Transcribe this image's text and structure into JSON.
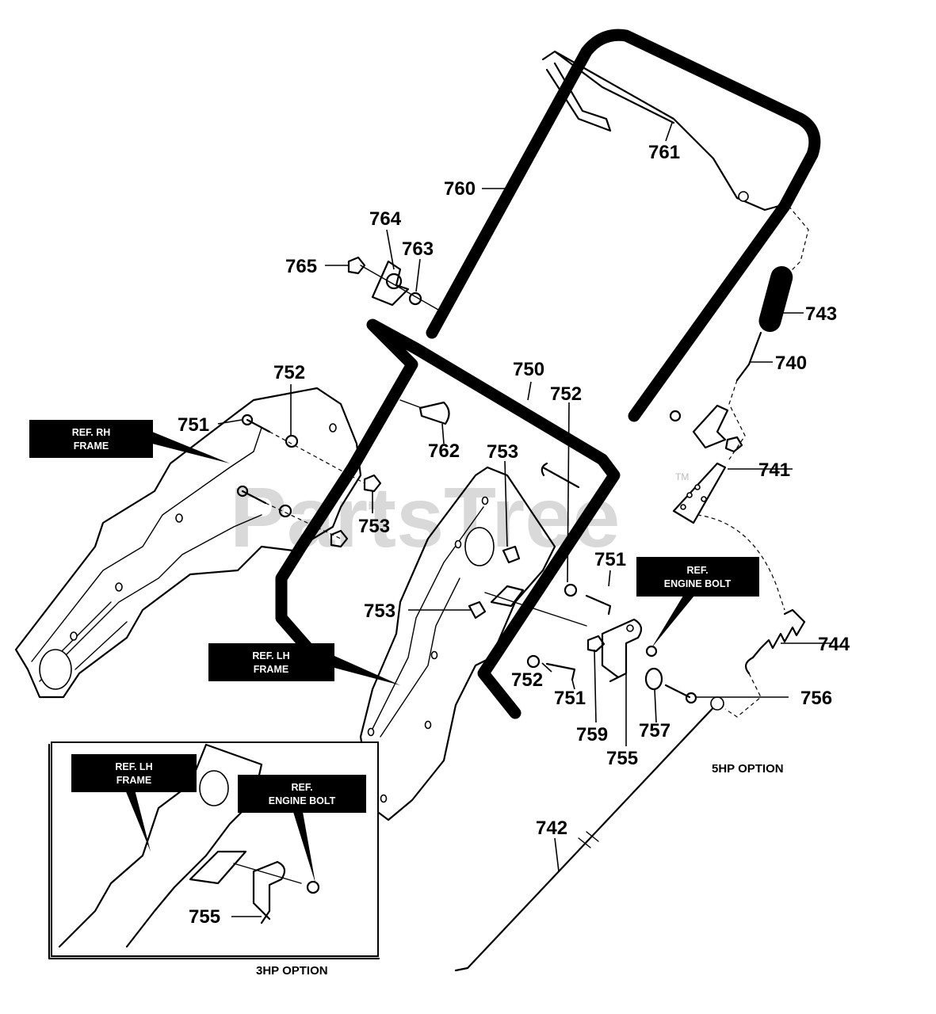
{
  "watermark": "PartsTree",
  "trademark": "TM",
  "callouts": {
    "c760": "760",
    "c761": "761",
    "c764": "764",
    "c763": "763",
    "c765": "765",
    "c743": "743",
    "c740": "740",
    "c750": "750",
    "c752a": "752",
    "c752b": "752",
    "c752c": "752",
    "c751a": "751",
    "c751b": "751",
    "c751c": "751",
    "c762": "762",
    "c753a": "753",
    "c753b": "753",
    "c753c": "753",
    "c741": "741",
    "c744": "744",
    "c756": "756",
    "c759": "759",
    "c757": "757",
    "c755a": "755",
    "c755b": "755",
    "c742": "742"
  },
  "ref_boxes": {
    "rh_frame": [
      "REF. RH",
      "FRAME"
    ],
    "lh_frame": [
      "REF. LH",
      "FRAME"
    ],
    "engine_bolt": [
      "REF.",
      "ENGINE BOLT"
    ],
    "inset_lh_frame": [
      "REF. LH",
      "FRAME"
    ],
    "inset_engine_bolt": [
      "REF.",
      "ENGINE BOLT"
    ]
  },
  "captions": {
    "hp5": "5HP OPTION",
    "hp3": "3HP OPTION"
  }
}
